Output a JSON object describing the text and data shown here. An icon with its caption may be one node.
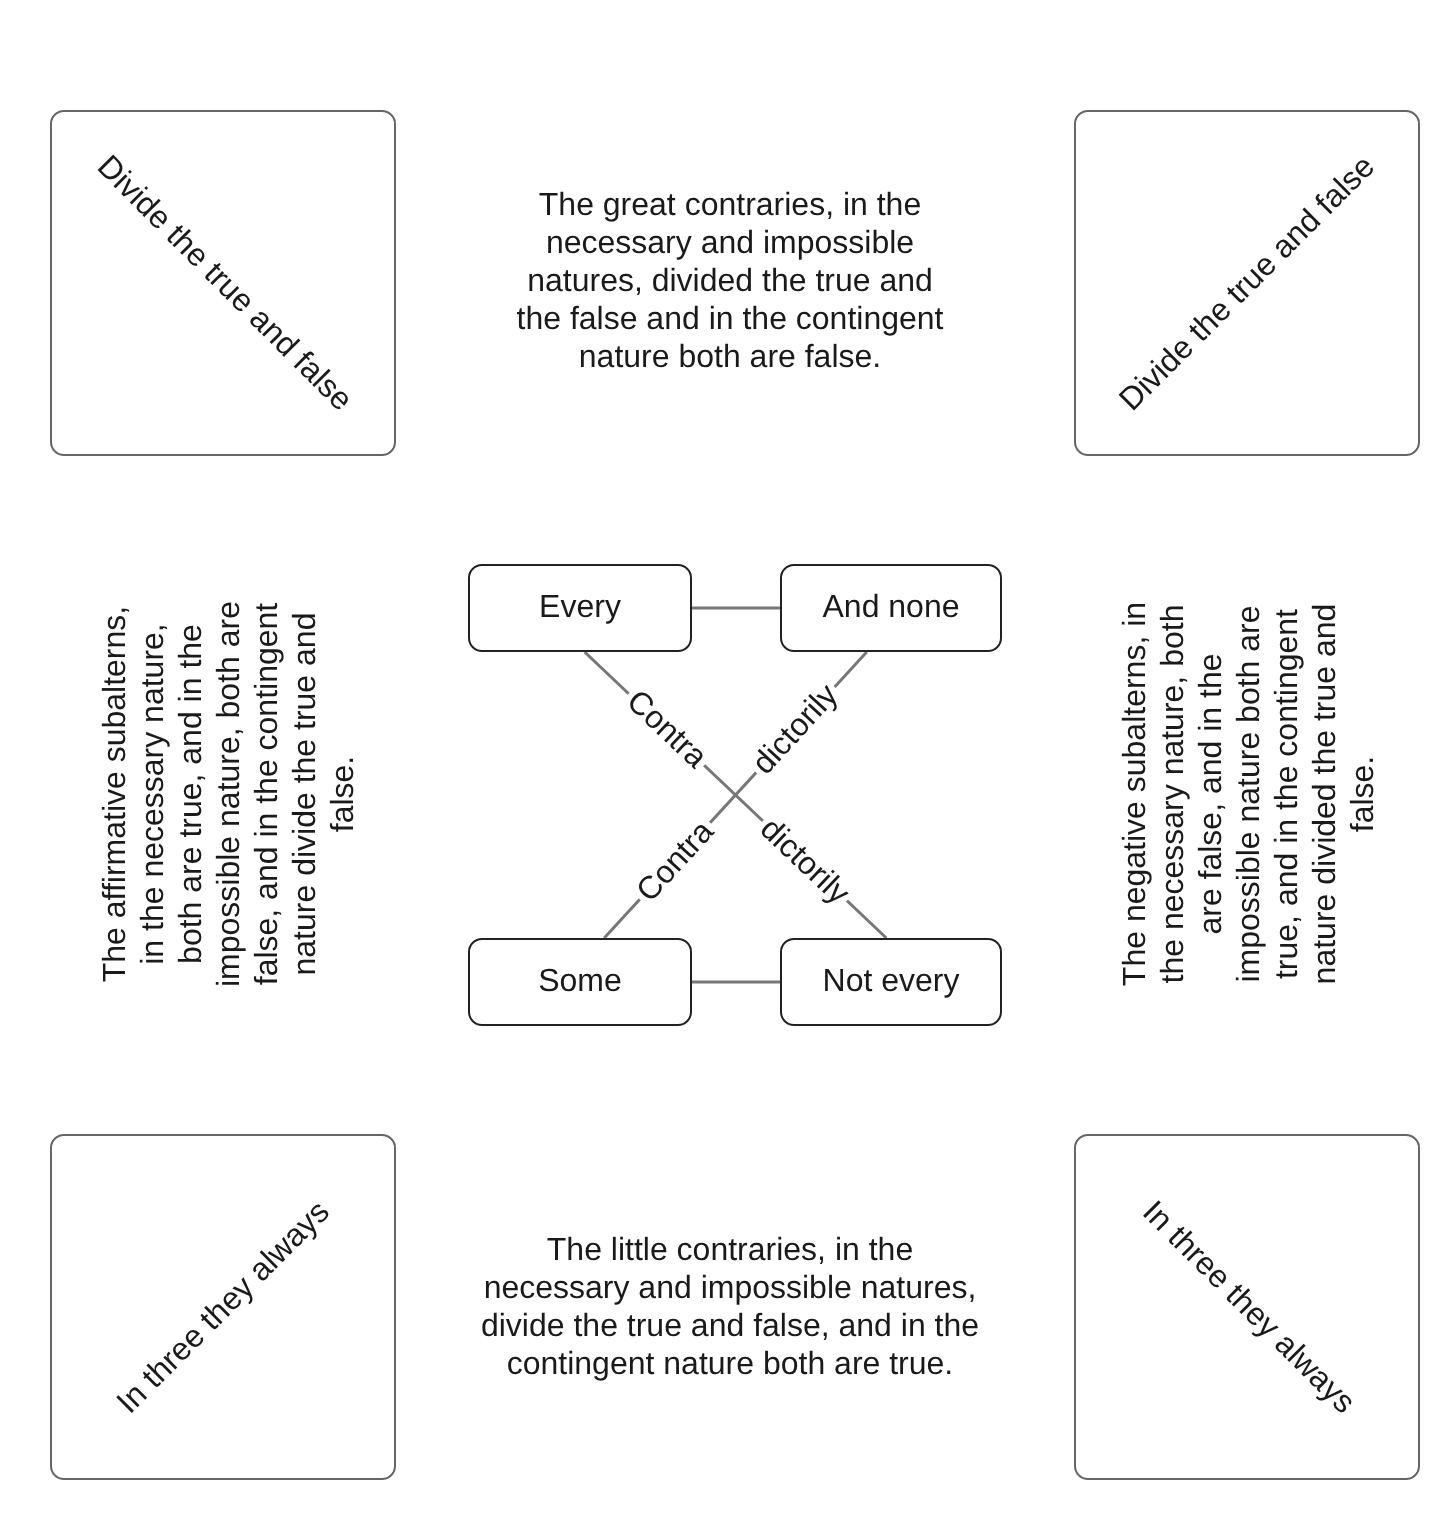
{
  "diagram": {
    "nodes": [
      {
        "text": [
          "Divide the true and false"
        ]
      },
      {
        "text": [
          "Divide the true and false"
        ]
      },
      {
        "text": [
          "Every"
        ]
      },
      {
        "text": [
          "And none"
        ]
      },
      {
        "text": [
          "Some"
        ]
      },
      {
        "text": [
          "Not every"
        ]
      },
      {
        "text": [
          "In three they always"
        ]
      },
      {
        "text": [
          "In three they always"
        ]
      }
    ],
    "edges": [
      {
        "from": 2,
        "to": 3,
        "arrow": "none"
      },
      {
        "from": 2,
        "to": 5,
        "arrow": "none"
      },
      {
        "from": 3,
        "to": 4,
        "arrow": "none"
      },
      {
        "from": 4,
        "to": 5,
        "arrow": "none"
      }
    ],
    "labels": [
      "The great contraries, in the necessary and impossible natures, divided the true and the false and in the contingent nature both are false.",
      "The affirmative subalterns, in the necessary nature, both are true, and in the impossible nature, both are false, and in the contingent nature divide the true and false.",
      "Contra",
      "dictorily",
      "Contra",
      "dictorily",
      "The negative subalterns, in the necessary nature, both are false, and in the impossible nature both are true, and in the contingent nature divided the true and false.",
      "The little contraries, in the necessary and impossible natures, divide the true and false, and in the contingent nature both are true."
    ]
  }
}
